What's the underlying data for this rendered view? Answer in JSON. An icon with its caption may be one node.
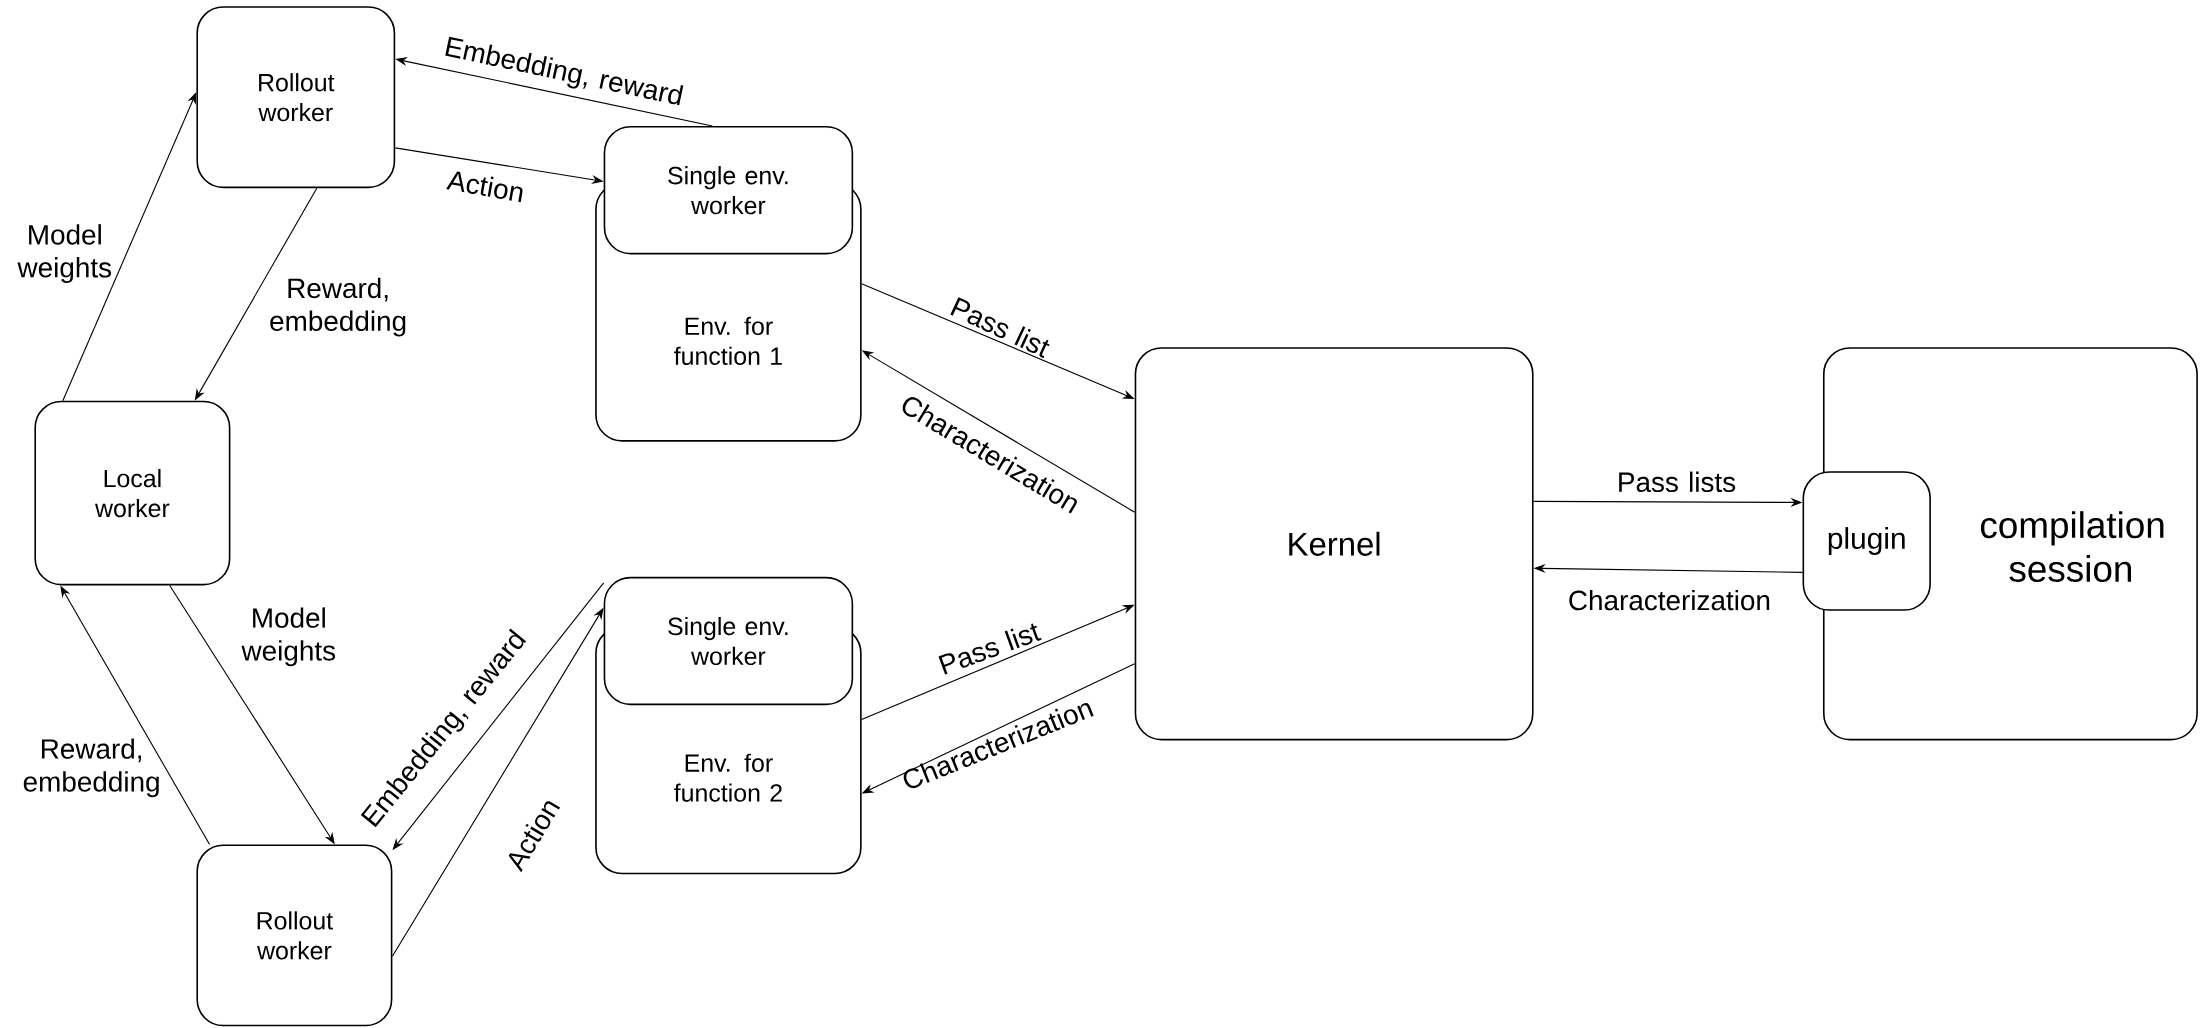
{
  "diagram": {
    "nodes": [
      {
        "text": [
          "Rollout worker"
        ]
      },
      {
        "text": [
          "Env. for function 1"
        ]
      },
      {
        "text": [
          "Single env. worker"
        ]
      },
      {
        "text": [
          "Local worker"
        ]
      },
      {
        "text": [
          "Single env. worker"
        ]
      },
      {
        "text": [
          "Env. for function 2"
        ]
      },
      {
        "text": [
          "Rollout worker"
        ]
      },
      {
        "text": [
          "Kernel"
        ]
      },
      {
        "text": [
          "compilation session"
        ]
      },
      {
        "text": [
          "plugin"
        ]
      }
    ],
    "edges": [
      {
        "from": 2,
        "to": 0,
        "arrow": "to",
        "label": "Embedding, reward"
      },
      {
        "from": 0,
        "to": 2,
        "arrow": "to",
        "label": "Action"
      },
      {
        "from": 0,
        "to": 3,
        "arrow": "to",
        "label": "Reward, embedding"
      },
      {
        "from": 3,
        "to": 0,
        "arrow": "to",
        "label": "Model weights"
      },
      {
        "from": 1,
        "to": 7,
        "arrow": "to",
        "label": "Pass list"
      },
      {
        "from": 7,
        "to": 1,
        "arrow": "to",
        "label": "Characterization"
      },
      {
        "from": 3,
        "to": 6,
        "arrow": "to",
        "label": "Model weights"
      },
      {
        "from": 6,
        "to": 3,
        "arrow": "to",
        "label": "Reward, embedding"
      },
      {
        "from": 4,
        "to": 6,
        "arrow": "to",
        "label": "Embedding, reward"
      },
      {
        "from": 6,
        "to": 4,
        "arrow": "to",
        "label": "Action"
      },
      {
        "from": 5,
        "to": 7,
        "arrow": "to",
        "label": "Pass list"
      },
      {
        "from": 7,
        "to": 5,
        "arrow": "to",
        "label": "Characterization"
      },
      {
        "from": 7,
        "to": 9,
        "arrow": "to",
        "label": "Pass lists"
      },
      {
        "from": 9,
        "to": 7,
        "arrow": "to",
        "label": "Characterization"
      }
    ]
  }
}
